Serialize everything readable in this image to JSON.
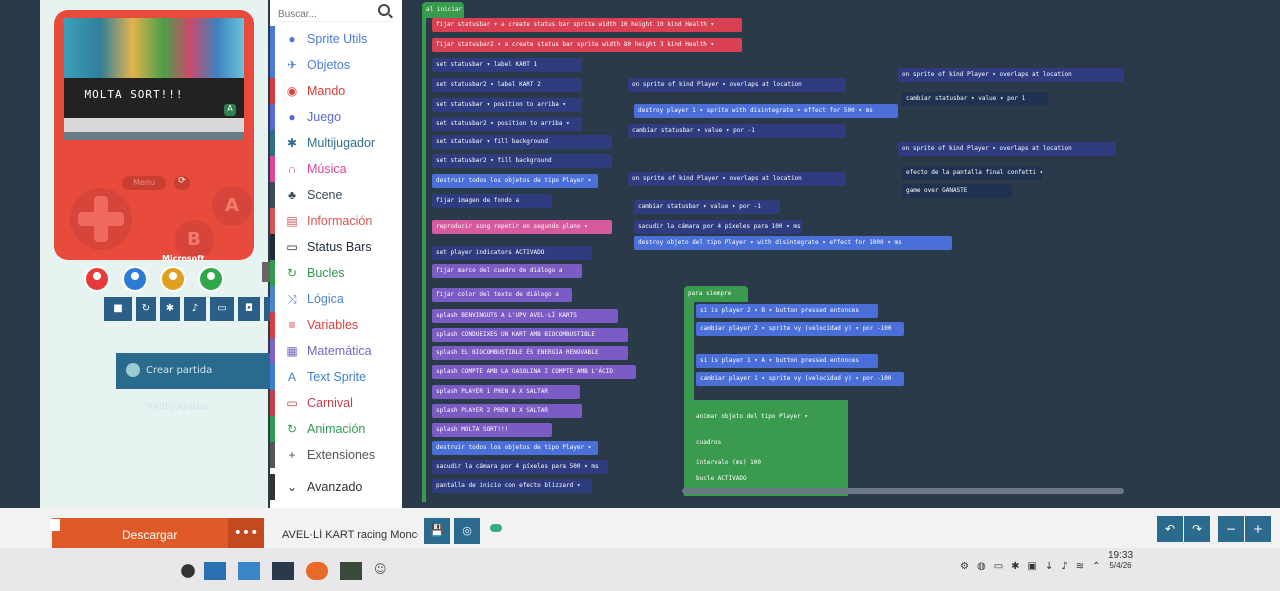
{
  "simulator": {
    "game_title": "MOLTA SORT!!!",
    "a_label": "A",
    "menu_label": "Menu",
    "reset_label": "⟳",
    "btn_a": "A",
    "btn_b": "B",
    "brand": "Microsoft",
    "players": [
      "#e53b3b",
      "#2a7cd4",
      "#e0a020",
      "#2ea84a"
    ],
    "multiplayer_label": "Crear partida multijugador"
  },
  "toolbox": {
    "search_placeholder": "Buscar...",
    "categories": [
      {
        "label": "Sprite Utils",
        "color": "#4a7ad8",
        "icon": "●"
      },
      {
        "label": "Objetos",
        "color": "#4b7bd9",
        "icon": "✈"
      },
      {
        "label": "Mando",
        "color": "#d93a3a",
        "icon": "◉"
      },
      {
        "label": "Juego",
        "color": "#5a66d8",
        "icon": "●"
      },
      {
        "label": "Multijugador",
        "color": "#2f6e8a",
        "icon": "✱"
      },
      {
        "label": "Música",
        "color": "#e0449a",
        "icon": "∩"
      },
      {
        "label": "Scene",
        "color": "#3d4a5a",
        "icon": "♣"
      },
      {
        "label": "Información",
        "color": "#d65454",
        "icon": "▤"
      },
      {
        "label": "Status Bars",
        "color": "#1f2a3a",
        "icon": "▭"
      },
      {
        "label": "Bucles",
        "color": "#2e9b4d",
        "icon": "↻"
      },
      {
        "label": "Lógica",
        "color": "#4d85c9",
        "icon": "⤨"
      },
      {
        "label": "Variables",
        "color": "#d84040",
        "icon": "≡"
      },
      {
        "label": "Matemática",
        "color": "#7b62c4",
        "icon": "▦"
      },
      {
        "label": "Text Sprite",
        "color": "#3c7fd0",
        "icon": "A"
      },
      {
        "label": "Carnival",
        "color": "#c33d4b",
        "icon": "▭"
      },
      {
        "label": "Animación",
        "color": "#2f9b56",
        "icon": "↻"
      },
      {
        "label": "Extensiones",
        "color": "#555555",
        "icon": "+"
      },
      {
        "label": "Avanzado",
        "color": "#333333",
        "icon": "⌄"
      }
    ]
  },
  "workspace": {
    "on_start": "al iniciar",
    "forever": "para siempre",
    "blocks": [
      "fijar statusbar ▾ a create status bar sprite width 10 height 10 kind Health ▾",
      "fijar statusbar2 ▾ a create status bar sprite width 80 height 3 kind Health ▾",
      "set statusbar ▾ label KART 1",
      "set statusbar2 ▾ label KART 2",
      "set statusbar ▾ position to arriba ▾",
      "set statusbar2 ▾ position to arriba ▾",
      "set statusbar ▾ fill background",
      "set statusbar2 ▾ fill background",
      "destruir todos los objetos de tipo Player ▾",
      "fijar imagen de fondo a",
      "reproducir song repetir en segundo plano ▾",
      "set player indicators ACTIVADO",
      "fijar marco del cuadro de diálogo a",
      "fijar color del texto de diálogo a",
      "splash BENVINGUTS A L'UPV AVEL·LÍ KARTS",
      "splash CONDUEIXES UN KART AMB BIOCOMBUSTIBLE",
      "splash EL BIOCOMBUSTIBLE ÉS ENERGIA RENOVABLE",
      "splash COMPTE AMB LA GASOLINA I COMPTE AMB L'ÀCID",
      "splash PLAYER 1 PREN A X SALTAR",
      "splash PLAYER 2 PREN B X SALTAR",
      "splash MOLTA SORT!!!",
      "destruir todos los objetos de tipo Player ▾",
      "sacudir la cámara por 4 píxeles para 500 ▾ ms",
      "pantalla de inicio con efecto blizzard ▾"
    ],
    "events": [
      "on sprite of kind Player ▾ overlaps at location",
      "destroy player 1 ▾ sprite with disintegrate ▾ effect for 500 ▾ ms",
      "cambiar statusbar ▾ value ▾ por -1",
      "on sprite of kind Player ▾ overlaps at location",
      "cambiar statusbar ▾ value ▾ por -1",
      "sacudir la cámara por 4 píxeles para 100 ▾ ms",
      "destroy objeto del tipo Player ▾ with disintegrate ▾ effect for 1000 ▾ ms",
      "on sprite of kind Player ▾ overlaps at location",
      "cambiar statusbar ▾ value ▾ por 1",
      "on sprite of kind Player ▾ overlaps at location",
      "efecto de la pantalla final confetti ▾",
      "game over GANASTE"
    ],
    "forever_blocks": [
      "si is player 2 ▾ B ▾ button pressed entonces",
      "cambiar player 2 ▾ sprite vy (velocidad y) ▾ por -100",
      "si is player 1 ▾ A ▾ button pressed entonces",
      "cambiar player 1 ▾ sprite vy (velocidad y) ▾ por -100",
      "animar objeto del tipo Player ▾",
      "cuadros",
      "intervalo (ms) 100",
      "bucle ACTIVADO"
    ]
  },
  "bottombar": {
    "download_label": "Descargar",
    "more_label": "•••",
    "project_name": "AVEL·LÍ KART racing Moncof",
    "save_label": "💾",
    "github_label": "◎"
  },
  "taskbar": {
    "time": "19:33",
    "date": "5/4/26"
  }
}
